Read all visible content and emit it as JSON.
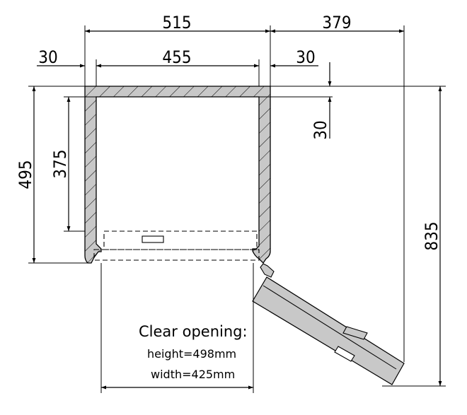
{
  "dimensions": {
    "outer_width": "515",
    "door_swing": "379",
    "left_wall": "30",
    "inner_width": "455",
    "right_wall": "30",
    "top_wall": "30",
    "outer_height": "495",
    "inner_height": "375",
    "total_depth": "835"
  },
  "note": {
    "title": "Clear opening:",
    "height": "height=498mm",
    "width": "width=425mm"
  },
  "colors": {
    "wall_fill": "#c8c8c8",
    "line": "#000000",
    "background": "#ffffff"
  }
}
